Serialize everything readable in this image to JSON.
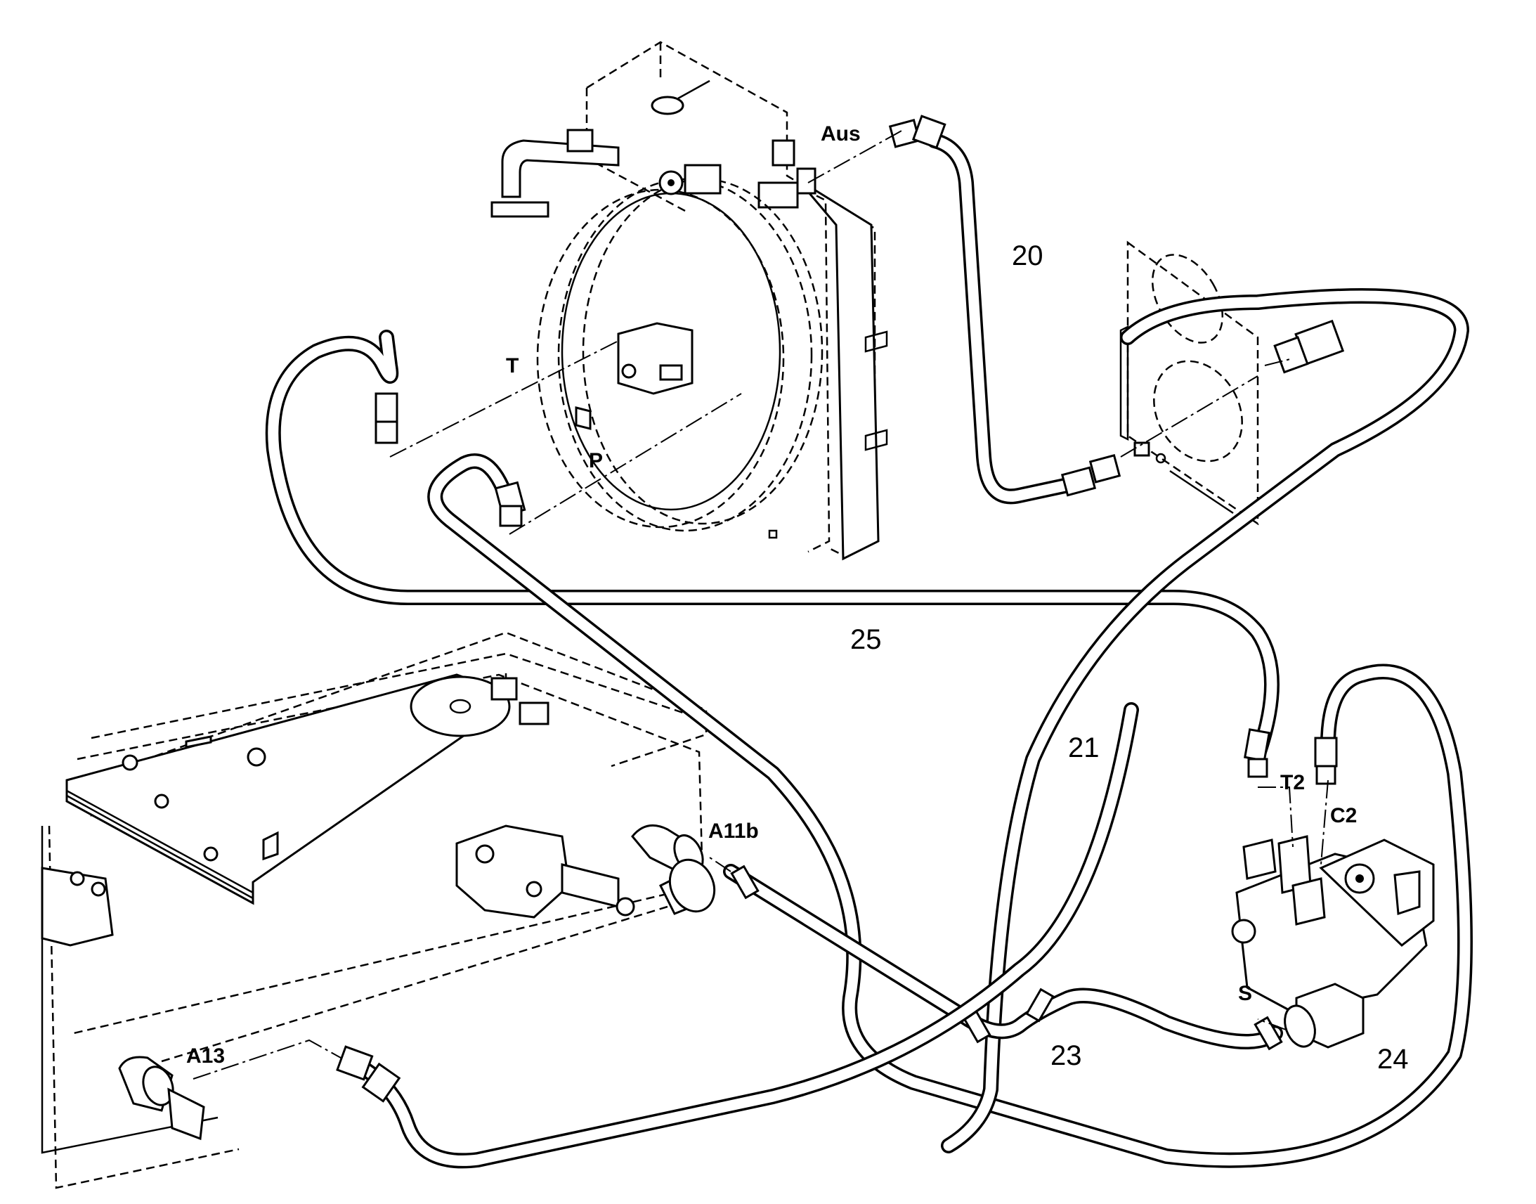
{
  "labels": {
    "aus": "Aus",
    "t": "T",
    "p": "P",
    "a11b": "A11b",
    "a13": "A13",
    "t2": "T2",
    "c2": "C2",
    "s": "S",
    "n20": "20",
    "n21": "21",
    "n23": "23",
    "n24": "24",
    "n25": "25"
  }
}
